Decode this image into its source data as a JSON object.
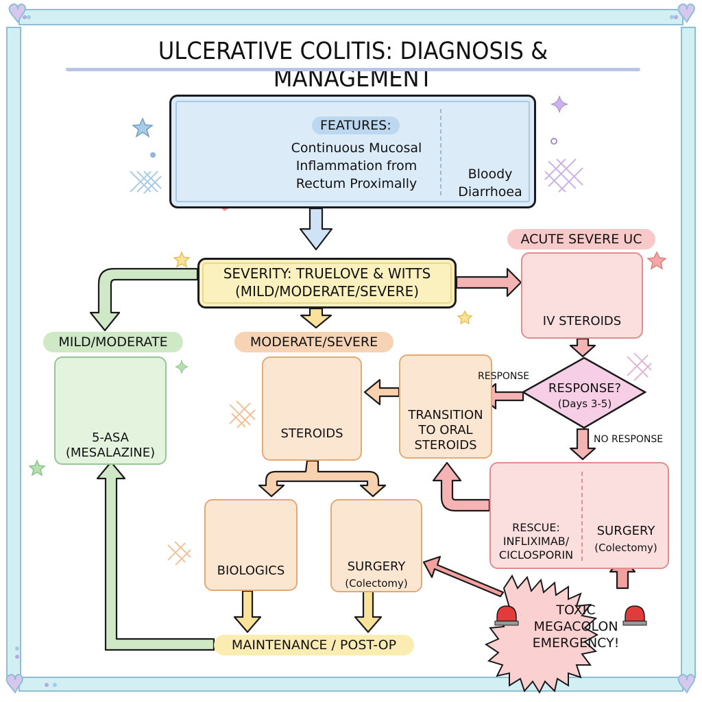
{
  "title": "ULCERATIVE COLITIS: DIAGNOSIS & MANAGEMENT",
  "features": {
    "label": "FEATURES:",
    "text": [
      "Continuous Mucosal",
      "Inflammation from",
      "Rectum Proximally"
    ],
    "symptom": [
      "Bloody",
      "Diarrhoea"
    ],
    "icons": [
      "colon-icon",
      "toilet-icon",
      "blood-drop-icon"
    ]
  },
  "severity": {
    "line1": "SEVERITY: TRUELOVE & WITTS",
    "line2": "(MILD/MODERATE/SEVERE)"
  },
  "branches": {
    "mild": {
      "label": "MILD/MODERATE",
      "treatment": [
        "5-ASA",
        "(MESALAZINE)"
      ],
      "icon": "pill-bottle-icon"
    },
    "moderate": {
      "label": "MODERATE/SEVERE",
      "steroids": "STEROIDS",
      "oral": [
        "TRANSITION",
        "TO ORAL",
        "STEROIDS"
      ],
      "biologics": "BIOLOGICS",
      "surgery": [
        "SURGERY",
        "(Colectomy)"
      ]
    },
    "acute": {
      "label": "ACUTE SEVERE UC",
      "iv": "IV STEROIDS",
      "decision": [
        "RESPONSE?",
        "(Days 3-5)"
      ],
      "yes_label": "RESPONSE",
      "no_label": "NO RESPONSE",
      "rescue": [
        "RESCUE:",
        "INFLIXIMAB/",
        "CICLOSPORIN"
      ],
      "surgery": [
        "SURGERY",
        "(Colectomy)"
      ]
    }
  },
  "maintenance": "MAINTENANCE / POST-OP",
  "emergency": [
    "TOXIC",
    "MEGACOLON",
    "EMERGENCY!"
  ],
  "colors": {
    "frame": "#cdeff3",
    "frame_border": "#8cbfd3",
    "blue_box": "#dcebf8",
    "yellow_box": "#fbf1bf",
    "green": "#cfe9c6",
    "orange": "#fbe6d2",
    "red": "#fbdede",
    "pink_diamond": "#f6cfe6",
    "alarm": "#e23b3b"
  }
}
